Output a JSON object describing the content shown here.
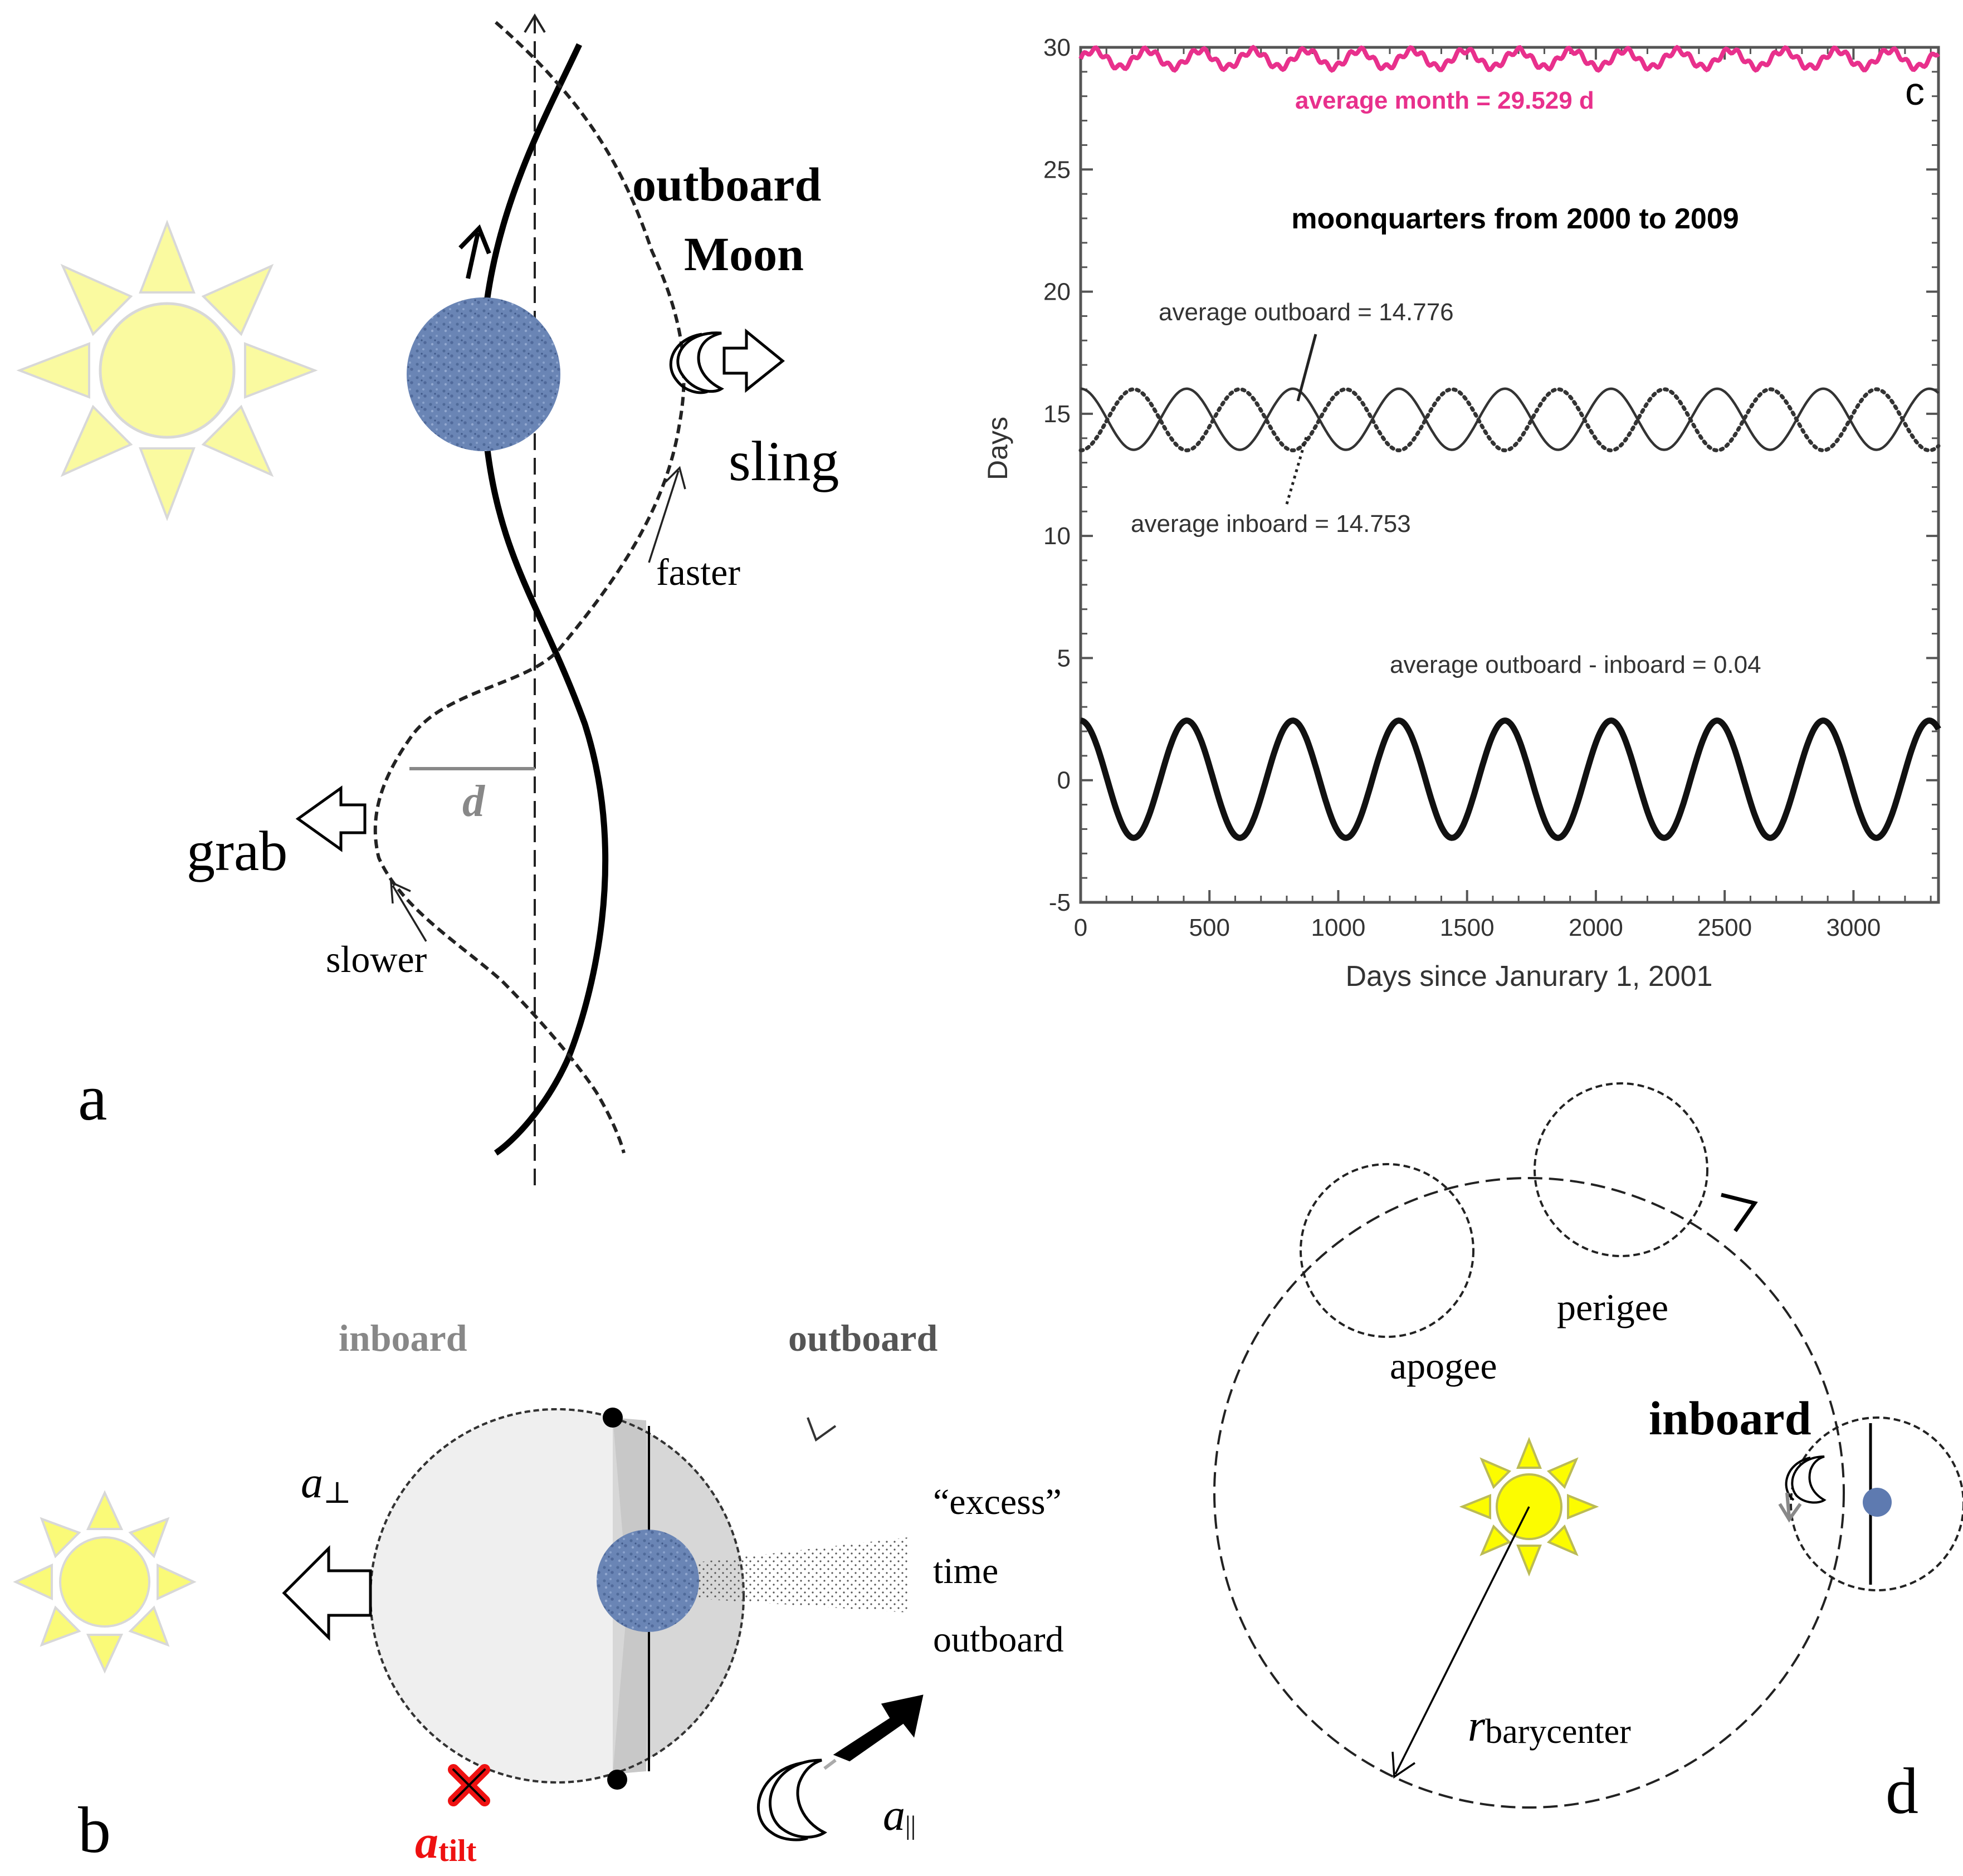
{
  "panel_a": {
    "letter": "a",
    "outboard": "outboard",
    "moon": "Moon",
    "sling": "sling",
    "faster": "faster",
    "grab": "grab",
    "slower": "slower",
    "d": "d"
  },
  "panel_b": {
    "letter": "b",
    "inboard": "inboard",
    "outboard": "outboard",
    "excess_1": "“excess”",
    "excess_2": "time",
    "excess_3": "outboard",
    "a_perp": "a",
    "a_perp_sub": "⊥",
    "a_par": "a",
    "a_par_sub": "||",
    "a_tilt": "a",
    "a_tilt_sub": "tilt"
  },
  "panel_d": {
    "letter": "d",
    "perigee": "perigee",
    "apogee": "apogee",
    "inboard": "inboard",
    "r_barycenter": "r",
    "r_sub": "barycenter"
  },
  "chart_data": {
    "type": "line",
    "panel_letter": "c",
    "title": "moonquarters from 2000 to 2009",
    "xlabel": "Days since Janurary 1, 2001",
    "ylabel": "Days",
    "xlim": [
      0,
      3330
    ],
    "ylim": [
      -5,
      30
    ],
    "xticks": [
      0,
      500,
      1000,
      1500,
      2000,
      2500,
      3000
    ],
    "yticks": [
      -5,
      0,
      5,
      10,
      15,
      20,
      25,
      30
    ],
    "grid": false,
    "series": [
      {
        "name": "average month = 29.529 d",
        "color": "#e8308c",
        "style": "solid",
        "mean": 29.529,
        "amplitude": 0.35,
        "period": 206
      },
      {
        "name": "average outboard = 14.776",
        "color": "#333333",
        "style": "solid",
        "mean": 14.776,
        "amplitude": 1.25,
        "period": 411.8
      },
      {
        "name": "average inboard = 14.753",
        "color": "#333333",
        "style": "dotted",
        "mean": 14.753,
        "amplitude": 1.25,
        "period": 411.8
      },
      {
        "name": "average outboard - inboard = 0.04",
        "color": "#111111",
        "style": "solid-thick",
        "mean": 0.04,
        "amplitude": 2.4,
        "period": 411.8
      }
    ]
  },
  "colors": {
    "sun_fill": "#fafaa0",
    "sun_fill_b": "#fafa78",
    "sun_fill_d": "#fcfc00",
    "earth": "#6d86b4",
    "month_line": "#e8308c",
    "tilt_red": "#ee1111"
  }
}
